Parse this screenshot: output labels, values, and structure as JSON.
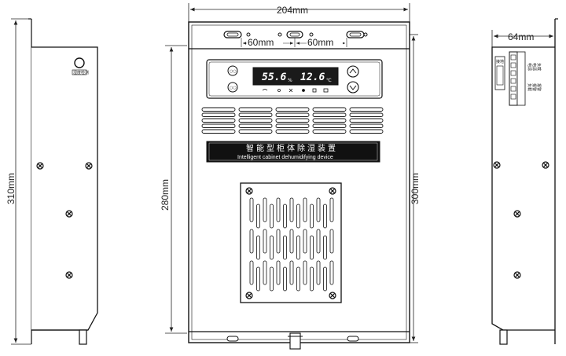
{
  "title": "智能型柜体除湿装置 dimension drawing",
  "dimensions": {
    "overall_width": "204mm",
    "hole_spacing_left": "60mm",
    "hole_spacing_right": "60mm",
    "depth": "64mm",
    "side_height": "310mm",
    "mount_height": "280mm",
    "front_height": "300mm"
  },
  "panel": {
    "humidity_display": "55.6",
    "humidity_unit": "%",
    "temperature_display": "12.6",
    "temperature_unit": "℃",
    "up_button": "up-arrow-icon",
    "down_button": "down-arrow-icon"
  },
  "nameplate": {
    "chinese": "智能型柜体除湿装置",
    "english": "Intelligent cabinet dehumidifying device"
  },
  "side_label": "湿度检测",
  "terminal": {
    "header": "接地",
    "labels": [
      "电源",
      "电源",
      "负载",
      "负载",
      "报警",
      "报警"
    ]
  }
}
